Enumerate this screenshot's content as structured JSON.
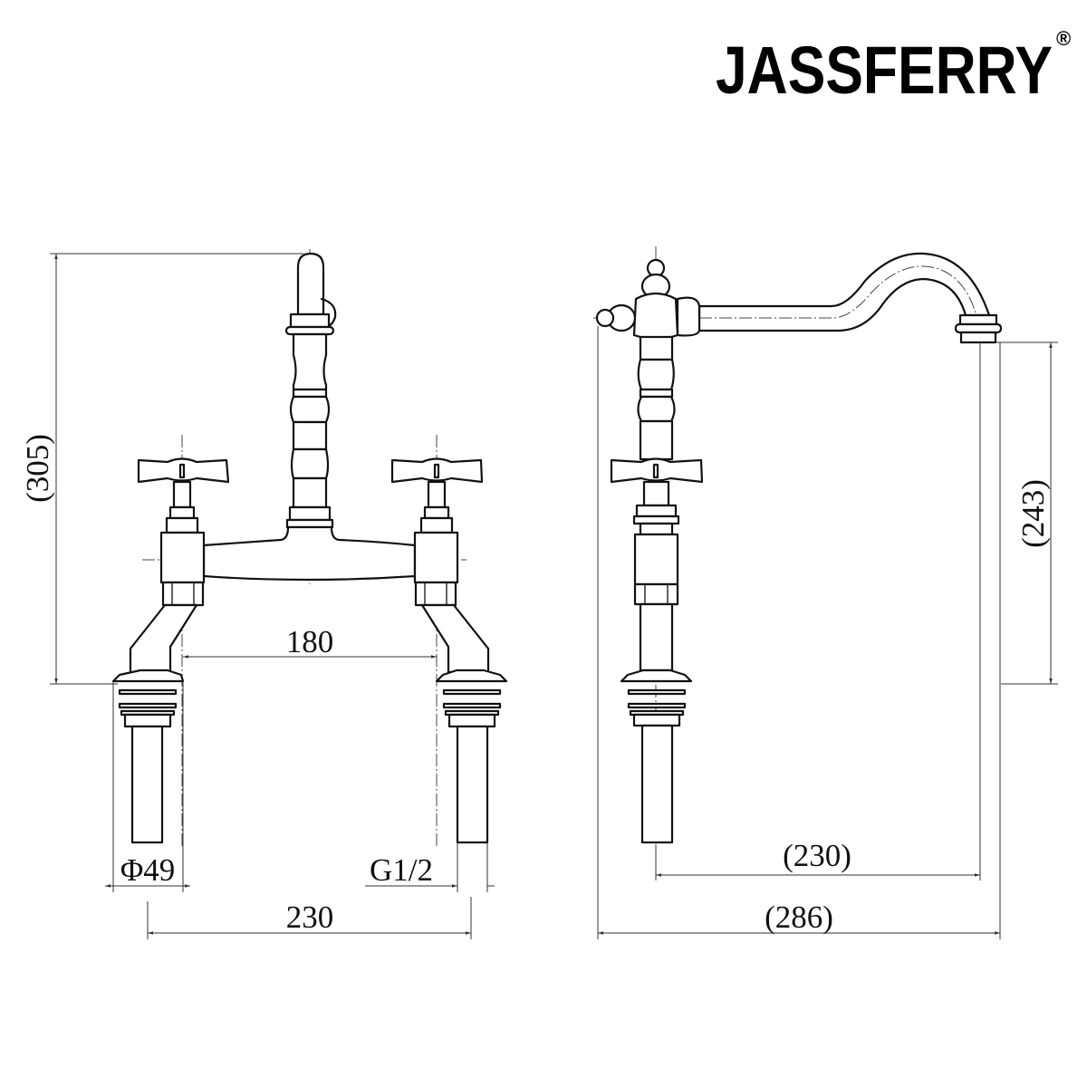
{
  "brand": {
    "name": "JASSFERRY",
    "registered_mark": "®"
  },
  "front_view": {
    "dimensions": {
      "overall_height": "(305)",
      "center_spacing": "180",
      "flange_diameter": "Φ49",
      "thread": "G1/2",
      "overall_width": "230"
    }
  },
  "side_view": {
    "dimensions": {
      "spout_height": "(243)",
      "spout_reach": "(230)",
      "overall_depth": "(286)"
    }
  },
  "colors": {
    "line": "#111111",
    "background": "#ffffff"
  }
}
